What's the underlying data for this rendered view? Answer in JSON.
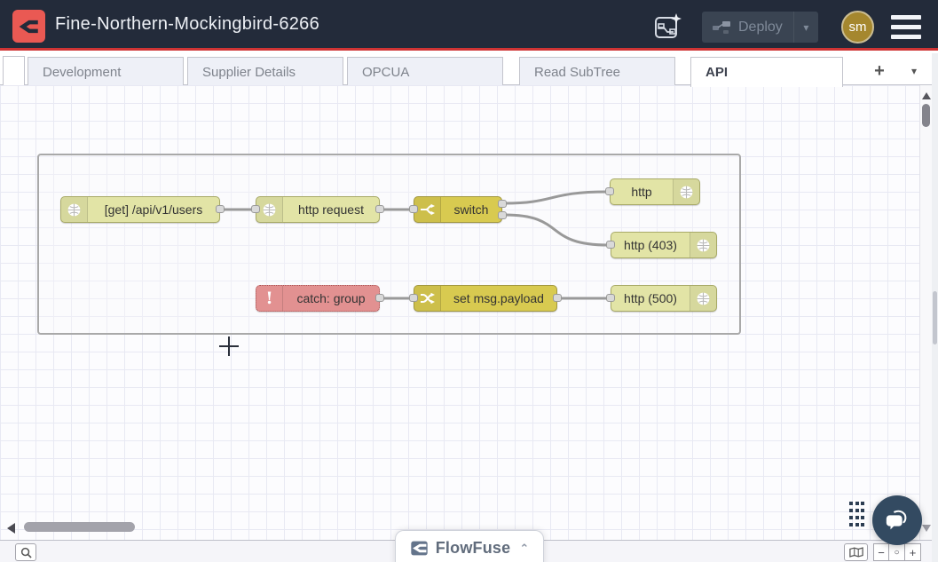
{
  "header": {
    "title": "Fine-Northern-Mockingbird-6266",
    "deploy_label": "Deploy",
    "deploy_caret": "▾",
    "avatar_initials": "sm",
    "colors": {
      "background": "#232b3a",
      "accent_line": "#cf3434",
      "logo_red": "#ea5953",
      "avatar_gold": "#a5872e"
    }
  },
  "tabs": {
    "items": [
      {
        "label": "Development",
        "active": false
      },
      {
        "label": "Supplier Details",
        "active": false
      },
      {
        "label": "OPCUA",
        "active": false
      },
      {
        "label": "Read SubTree",
        "active": false
      },
      {
        "label": "API",
        "active": true
      }
    ],
    "add_label": "+",
    "menu_caret": "▾"
  },
  "canvas": {
    "group": {
      "type": "group",
      "selected": false
    },
    "wire_color": "#999999",
    "nodes": [
      {
        "label": "[get] /api/v1/users",
        "type": "http in",
        "icon": "globe-icon",
        "color": "#e2e4a6"
      },
      {
        "label": "http request",
        "type": "http request",
        "icon": "globe-icon",
        "color": "#e2e4a6"
      },
      {
        "label": "switch",
        "type": "switch",
        "icon": "fork-icon",
        "color": "#d8ca50"
      },
      {
        "label": "http",
        "type": "http response",
        "icon": "globe-icon",
        "color": "#e2e4a6"
      },
      {
        "label": "http (403)",
        "type": "http response",
        "icon": "globe-icon",
        "color": "#e2e4a6"
      },
      {
        "label": "catch: group",
        "type": "catch",
        "icon": "exclamation-icon",
        "color": "#e29191"
      },
      {
        "label": "set msg.payload",
        "type": "change",
        "icon": "shuffle-icon",
        "color": "#d8ca50"
      },
      {
        "label": "http (500)",
        "type": "http response",
        "icon": "globe-icon",
        "color": "#e2e4a6"
      }
    ]
  },
  "footer": {
    "zoom_out": "−",
    "zoom_reset": "○",
    "zoom_in": "+"
  },
  "branding": {
    "banner_label": "FlowFuse"
  }
}
